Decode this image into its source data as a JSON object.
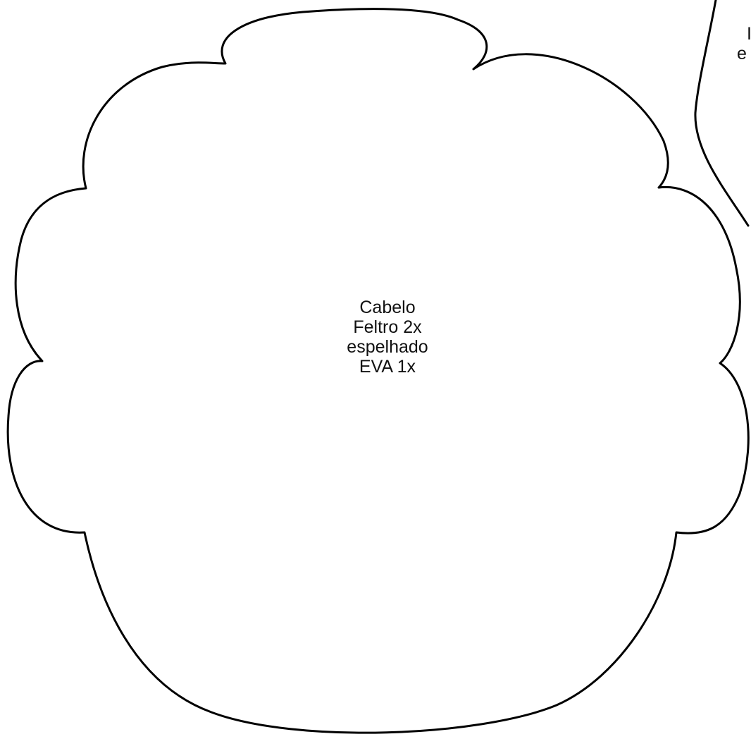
{
  "main_piece": {
    "label_lines": [
      "Cabelo",
      "Feltro 2x",
      "espelhado",
      "EVA 1x"
    ]
  },
  "edge_piece": {
    "label_lines": [
      "I",
      "e"
    ]
  },
  "colors": {
    "outline": "#000000",
    "background": "#ffffff",
    "text": "#111111"
  }
}
